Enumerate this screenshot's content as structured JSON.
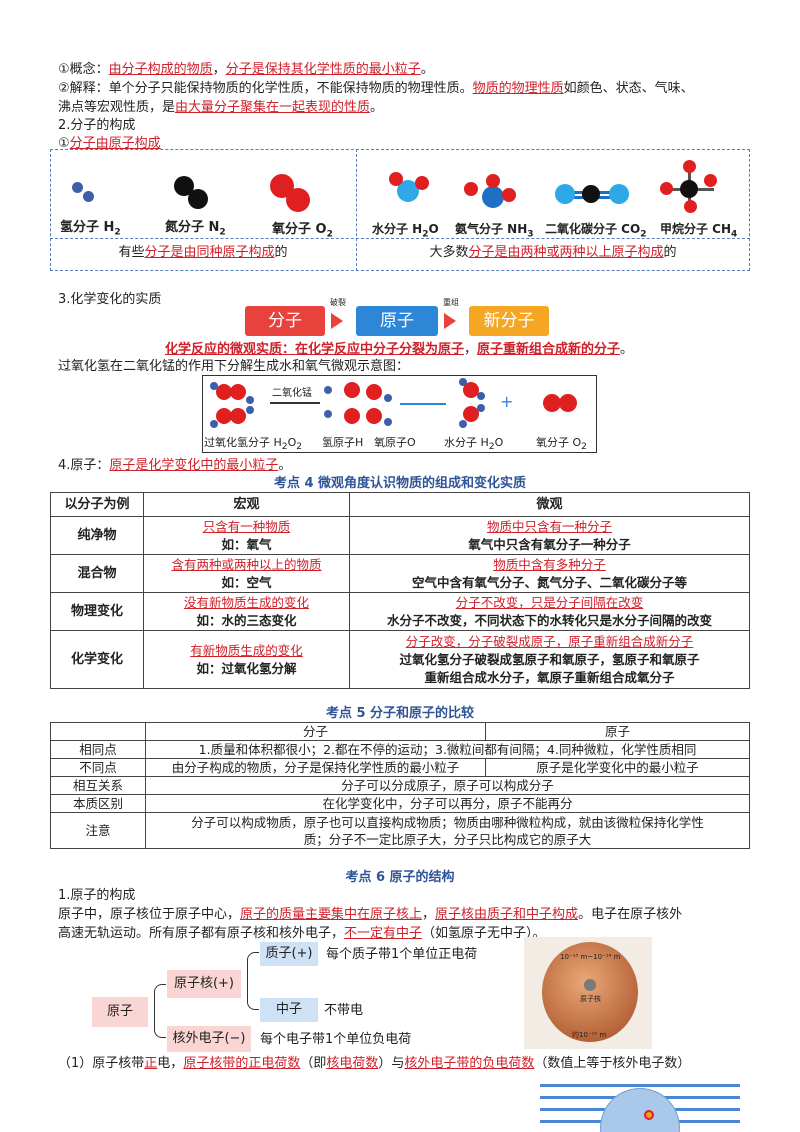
{
  "s1": {
    "line1_pre": "①概念：",
    "line1_r1": "由分子构成的物质",
    "line1_mid": "，",
    "line1_r2": "分子是保持其化学性质的最小粒子",
    "line1_end": "。",
    "line2_pre": "②解释：单个分子只能保持物质的化学性质，不能保持物质的物理性质。",
    "line2_r1": "物质的物理性质",
    "line2_post": "如颜色、状态、气味、",
    "line3_pre": "沸点等宏观性质，是",
    "line3_r1": "由大量分子聚集在一起表现的性质",
    "line3_end": "。",
    "sec2_title": "2.分子的构成",
    "sec2_sub_pre": "①",
    "sec2_sub_red": "分子由原子构成"
  },
  "molecules": {
    "h2": "氢分子 H",
    "n2": "氮分子 N",
    "o2": "氧分子 O",
    "h2o": "水分子 H",
    "nh3": "氨气分子 NH",
    "co2": "二氧化碳分子 CO",
    "ch4": "甲烷分子 CH",
    "sub2": "2",
    "sub3": "3",
    "sub4": "4",
    "h2o_tail": "O",
    "note_left_pre": "有些",
    "note_left_red": "分子是由同种原子构成",
    "note_left_post": "的",
    "note_right_pre": "大多数",
    "note_right_red": "分子是由两种或两种以上原子构成",
    "note_right_post": "的"
  },
  "s3": {
    "title": "3.化学变化的实质",
    "pill_molecule": "分子",
    "pill_atom": "原子",
    "pill_new": "新分子",
    "arrow1_label": "破裂",
    "arrow2_label": "重组",
    "reaction_red1": "化学反应的微观实质：在化学反应中分子分裂为原子",
    "reaction_mid": "，",
    "reaction_red2": "原子重新组合成新的分子",
    "reaction_end": "。",
    "h2o2_text": "过氧化氢在二氧化锰的作用下分解生成水和氧气微观示意图：",
    "catalyst": "二氧化锰",
    "lbl_h2o2": "过氧化氢分子 H",
    "lbl_h2o2_sub": "2",
    "lbl_h2o2_o": "O",
    "lbl_h2o2_sub2": "2",
    "lbl_h": "氢原子H",
    "lbl_o": "氧原子O",
    "lbl_water": "水分子 H",
    "lbl_water_sub": "2",
    "lbl_water_o": "O",
    "plus": "+",
    "lbl_oxygen": "氧分子  O",
    "lbl_oxygen_sub": "2"
  },
  "s4": {
    "pre": "4.原子：",
    "red": "原子是化学变化中的最小粒子",
    "end": "。"
  },
  "kp4": {
    "title": "考点 4    微观角度认识物质的组成和变化实质",
    "headers": [
      "以分子为例",
      "宏观",
      "微观"
    ],
    "rows": [
      {
        "name": "纯净物",
        "macro_red": "只含有一种物质",
        "macro": "如：氧气",
        "micro_red": "物质中只含有一种分子",
        "micro": "氧气中只含有氧分子一种分子",
        "micro2": ""
      },
      {
        "name": "混合物",
        "macro_red": "含有两种或两种以上的物质",
        "macro": "如：空气",
        "micro_red": "物质中含有多种分子",
        "micro": "空气中含有氧气分子、氮气分子、二氧化碳分子等",
        "micro2": ""
      },
      {
        "name": "物理变化",
        "macro_red": "没有新物质生成的变化",
        "macro": "如：水的三态变化",
        "micro_red": "分子不改变，只是分子间隔在改变",
        "micro": "水分子不改变，不同状态下的水转化只是水分子间隔的改变",
        "micro2": ""
      },
      {
        "name": "化学变化",
        "macro_red": "有新物质生成的变化",
        "macro": "如：过氧化氢分解",
        "micro_red": "分子改变，分子破裂成原子，原子重新组合成新分子",
        "micro": "过氧化氢分子破裂成氢原子和氧原子，氢原子和氧原子",
        "micro2": "重新组合成水分子，氧原子重新组合成氧分子"
      }
    ]
  },
  "kp5": {
    "title": "考点 5      分子和原子的比较",
    "h_mol": "分子",
    "h_atom": "原子",
    "r1_name": "相同点",
    "r1_val": "1.质量和体积都很小；2.都在不停的运动；3.微粒间都有间隔；4.同种微粒，化学性质相同",
    "r2_name": "不同点",
    "r2_mol": "由分子构成的物质，分子是保持化学性质的最小粒子",
    "r2_atom": "原子是化学变化中的最小粒子",
    "r3_name": "相互关系",
    "r3_val": "分子可以分成原子，原子可以构成分子",
    "r4_name": "本质区别",
    "r4_val": "在化学变化中，分子可以再分，原子不能再分",
    "r5_name": "注意",
    "r5_val1": "分子可以构成物质，原子也可以直接构成物质；物质由哪种微粒构成，就由该微粒保持化学性",
    "r5_val2": "质；分子不一定比原子大，分子只比构成它的原子大"
  },
  "kp6": {
    "title": "考点 6      原子的结构",
    "sub1": "1.原子的构成",
    "p1_pre": "原子中，原子核位于原子中心，",
    "p1_r1": "原子的质量主要集中在原子核上",
    "p1_mid": "，",
    "p1_r2": "原子核由质子和中子构成",
    "p1_post": "。电子在原子核外",
    "p2_pre": "高速无轨运动。所有原子都有原子核和核外电子，",
    "p2_red": "不一定有中子",
    "p2_post": "（如氢原子无中子）。",
    "d_atom": "原子",
    "d_nucleus": "原子核(+)",
    "d_proton": "质子(+)",
    "d_proton_desc": "每个质子带1个单位正电荷",
    "d_neutron": "中子",
    "d_neutron_desc": "不带电",
    "d_electron": "核外电子(−)",
    "d_electron_desc": "每个电子带1个单位负电荷",
    "img_top": "10⁻¹⁵ m~10⁻¹⁴ m",
    "img_core": "原子核",
    "img_bottom": "约10⁻¹⁰ m",
    "p3_pre": "（1）原子核带",
    "p3_r1": "正",
    "p3_mid1": "电，",
    "p3_r2": "原子核带的正电荷数",
    "p3_mid2": "（即",
    "p3_r3": "核电荷数",
    "p3_mid3": "）与",
    "p3_r4": "核外电子带的负电荷数",
    "p3_post": "（数值上等于核外电子数）"
  },
  "colors": {
    "red": "#d0202a",
    "blue_title": "#2f5597",
    "pill_red": "#e8423c",
    "pill_blue": "#2e86d6",
    "pill_orange": "#f5a623"
  }
}
